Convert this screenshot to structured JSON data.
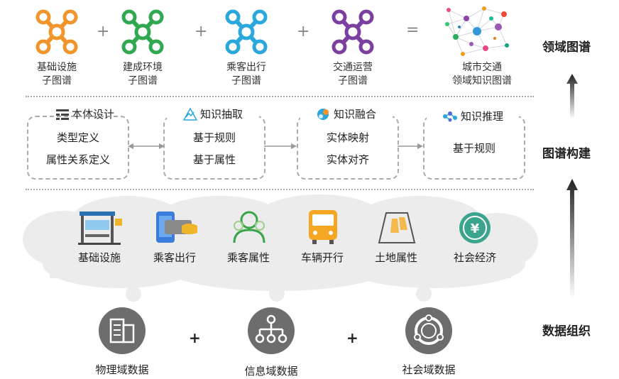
{
  "top_row": {
    "graphs": [
      {
        "label": "基础设施\n子图谱",
        "color": "#f0952a",
        "icon": "graph-node-icon"
      },
      {
        "label": "建成环境\n子图谱",
        "color": "#2fa84f",
        "icon": "graph-node-icon"
      },
      {
        "label": "乘客出行\n子图谱",
        "color": "#2aa7dd",
        "icon": "graph-node-icon"
      },
      {
        "label": "交通运营\n子图谱",
        "color": "#7b3fa0",
        "icon": "graph-node-icon"
      }
    ],
    "plus": "+",
    "equals": "=",
    "result_label": "城市交通\n领域知识图谱",
    "layer_label": "领域图谱"
  },
  "middle_row": {
    "layer_label": "图谱构建",
    "boxes": [
      {
        "title": "本体设计",
        "icon": "ontology-icon",
        "lines": [
          "类型定义",
          "属性关系定义"
        ]
      },
      {
        "title": "知识抽取",
        "icon": "extraction-icon",
        "lines": [
          "基于规则",
          "基于属性"
        ]
      },
      {
        "title": "知识融合",
        "icon": "fusion-icon",
        "lines": [
          "实体映射",
          "实体对齐"
        ]
      },
      {
        "title": "知识推理",
        "icon": "reasoning-icon",
        "lines": [
          "基于规则"
        ]
      }
    ]
  },
  "bottom_row": {
    "layer_label": "数据组织",
    "categories": [
      {
        "label": "基础设施",
        "icon": "bus-stop-icon"
      },
      {
        "label": "乘客出行",
        "icon": "payment-card-icon"
      },
      {
        "label": "乘客属性",
        "icon": "passengers-icon"
      },
      {
        "label": "车辆开行",
        "icon": "bus-icon"
      },
      {
        "label": "土地属性",
        "icon": "land-plot-icon"
      },
      {
        "label": "社会经济",
        "icon": "yuan-coin-icon"
      }
    ],
    "domains": [
      {
        "label": "物理域数据",
        "icon": "building-icon"
      },
      {
        "label": "信息域数据",
        "icon": "network-tree-icon"
      },
      {
        "label": "社会域数据",
        "icon": "cycle-icon"
      }
    ],
    "plus": "+"
  }
}
